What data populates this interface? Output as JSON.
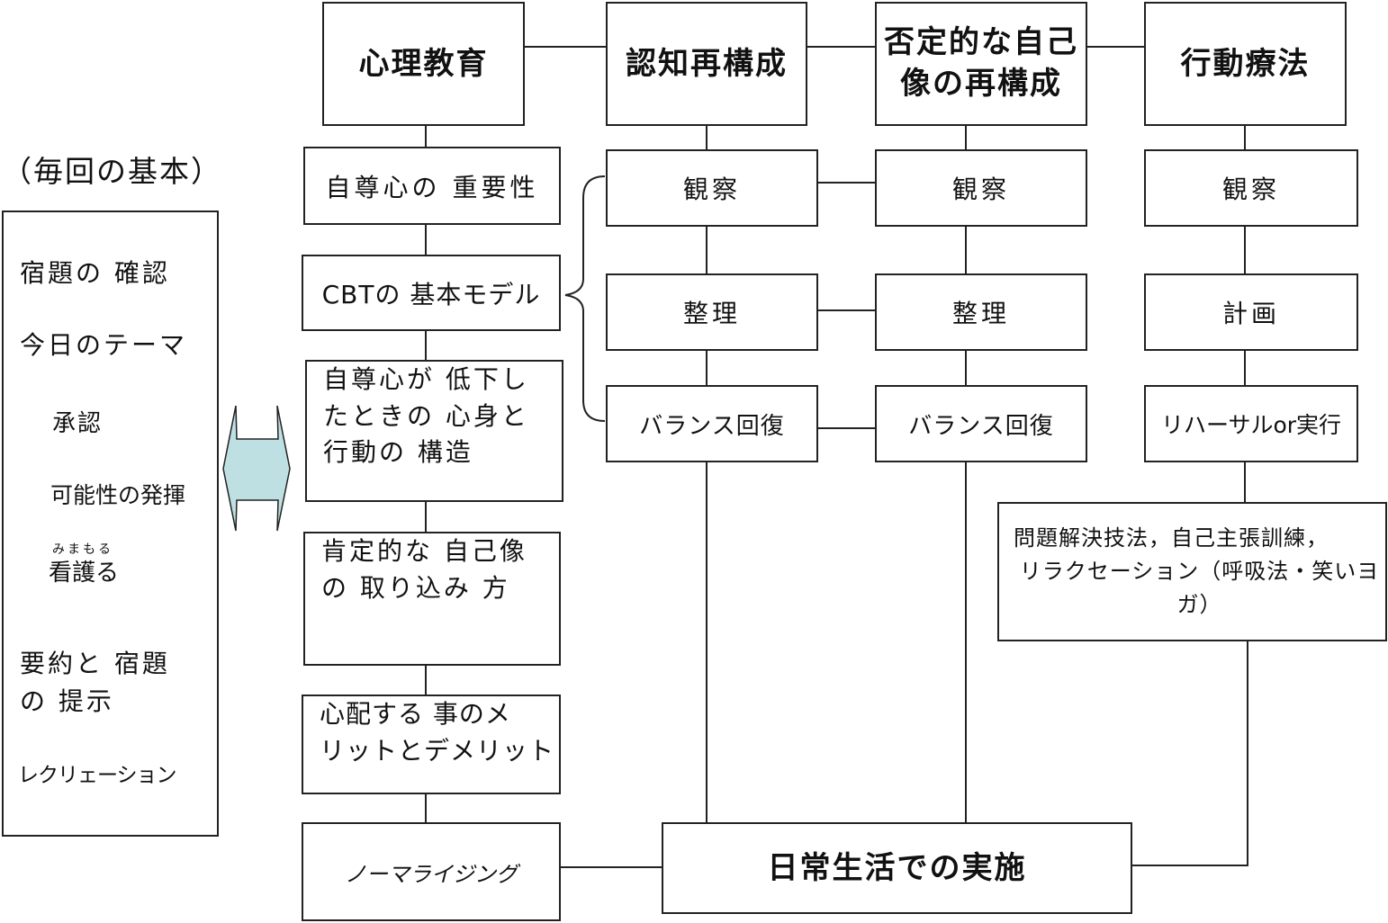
{
  "title": "（毎回の基本）",
  "basics": {
    "items": [
      "宿題の 確認",
      "今日のテーマ",
      "承認",
      "可能性の発揮"
    ],
    "kanji_ruby": "みまもる",
    "kanji_base": "看護る",
    "summary_line1": "要約と 宿題",
    "summary_line2": "の 提示",
    "recreation": "レクリェーション"
  },
  "headers": {
    "psychoeducation": "心理教育",
    "cognitive_restructuring": "認知再構成",
    "negative_self_image_line1": "否定的な自己",
    "negative_self_image_line2": "像の再構成",
    "behavior_therapy": "行動療法"
  },
  "psycho_items": {
    "self_esteem": "自尊心の 重要性",
    "cbt_model": "CBTの 基本モデル",
    "structure_line1": "自尊心が 低下し",
    "structure_line2": "たときの 心身と",
    "structure_line3": "行動の 構造",
    "positive_line1": "肯定的な 自己像",
    "positive_line2": "の 取り込み 方",
    "worry_line1": "心配する 事のメ",
    "worry_line2": "リットとデメリット",
    "normalizing": "ノーマライジング"
  },
  "cognitive_items": [
    "観察",
    "整理",
    "バランス回復"
  ],
  "self_image_items": [
    "観察",
    "整理",
    "バランス回復"
  ],
  "behavior_items": [
    "観察",
    "計画",
    "リハーサルor実行"
  ],
  "techniques": {
    "line1": "問題解決技法，自己主張訓練，",
    "line2": "リラクセーション（呼吸法・笑いヨガ）"
  },
  "daily_life": "日常生活での実施",
  "colors": {
    "arrow_fill": "#bfe0e3",
    "border": "#222222"
  }
}
